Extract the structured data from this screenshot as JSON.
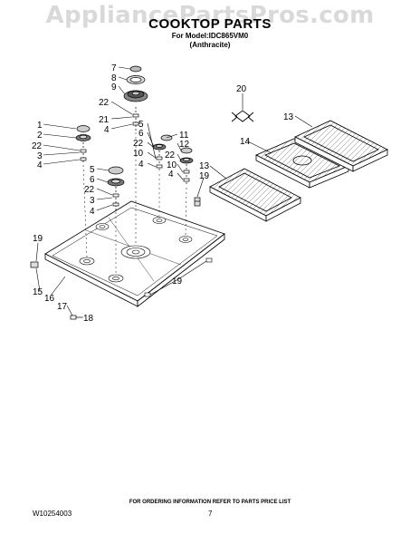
{
  "header": {
    "watermark": "AppliancePartsPros.com",
    "title": "COOKTOP PARTS",
    "model_line": "For Model:IDC865VM0",
    "finish_line": "(Anthracite)"
  },
  "callouts": {
    "c1": "1",
    "c2": "2",
    "c3": "3",
    "c4": "4",
    "c5": "5",
    "c6": "6",
    "c7": "7",
    "c8": "8",
    "c9": "9",
    "c10": "10",
    "c11": "11",
    "c12": "12",
    "c13": "13",
    "c14": "14",
    "c15": "15",
    "c16": "16",
    "c17": "17",
    "c18": "18",
    "c19": "19",
    "c20": "20",
    "c21": "21",
    "c22": "22"
  },
  "footer": {
    "note": "FOR ORDERING INFORMATION REFER TO PARTS PRICE LIST",
    "doc_number": "W10254003",
    "page_number": "7"
  }
}
